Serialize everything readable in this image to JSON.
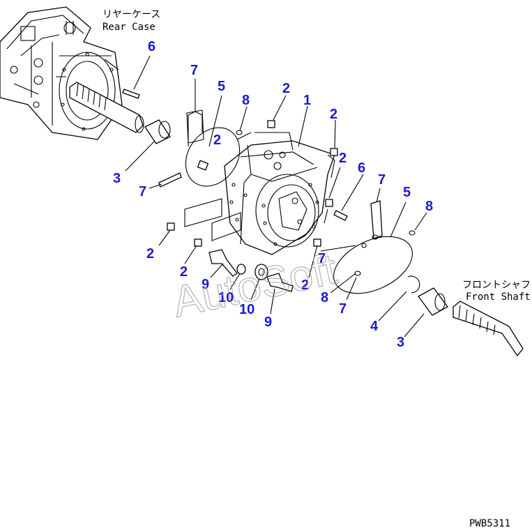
{
  "captions": {
    "rear_case_jp": "リヤーケース",
    "rear_case_en": "Rear Case",
    "front_shaft_jp": "フロントシャフト",
    "front_shaft_en": "Front Shaft"
  },
  "drawing_code": "PWB5311",
  "watermark": "AutoSoft",
  "callouts": {
    "c1": "1",
    "c2a": "2",
    "c2b": "2",
    "c2c": "2",
    "c2d": "2",
    "c2e": "2",
    "c2f": "2",
    "c2g": "2",
    "c3a": "3",
    "c3b": "3",
    "c4": "4",
    "c5a": "5",
    "c5b": "5",
    "c6a": "6",
    "c6b": "6",
    "c7a": "7",
    "c7b": "7",
    "c7c": "7",
    "c7d": "7",
    "c7e": "7",
    "c8a": "8",
    "c8b": "8",
    "c8c": "8",
    "c9a": "9",
    "c9b": "9",
    "c10a": "10",
    "c10b": "10"
  }
}
